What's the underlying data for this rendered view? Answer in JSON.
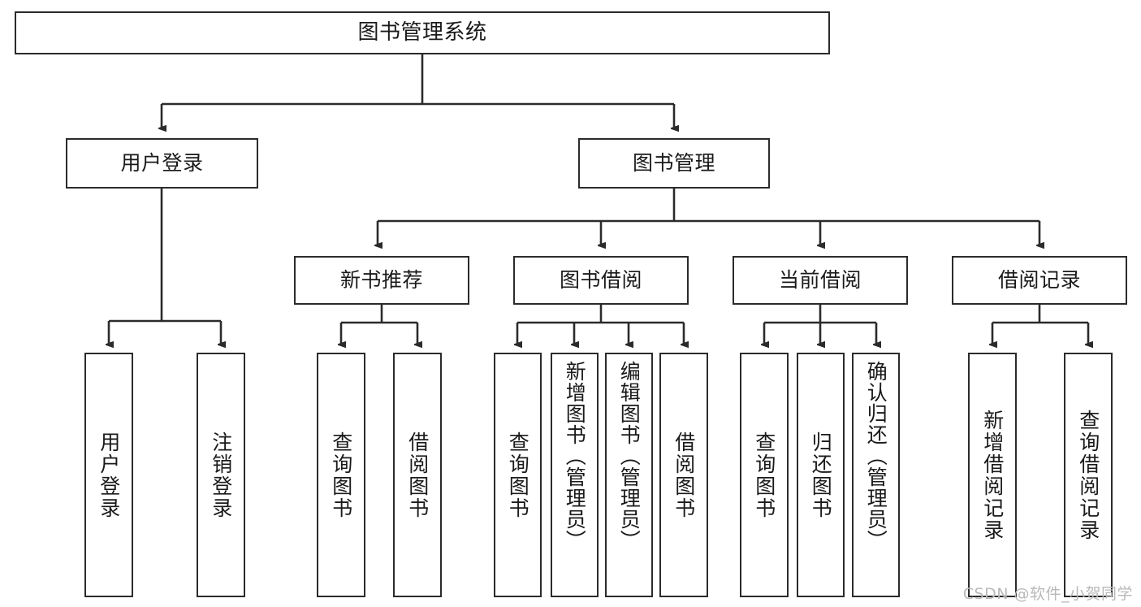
{
  "diagram": {
    "type": "hierarchy-tree",
    "title": "图书管理系统",
    "watermark": "CSDN @软件_小贺同学",
    "colors": {
      "box_border": "#2b2b2b",
      "box_fill": "#ffffff",
      "connector": "#2b2b2b",
      "text": "#1a1a1a",
      "watermark": "#b9b9b9"
    },
    "root": {
      "label": "图书管理系统",
      "level": 0
    },
    "level1": [
      {
        "label": "用户登录"
      },
      {
        "label": "图书管理"
      }
    ],
    "level2": [
      {
        "label": "新书推荐"
      },
      {
        "label": "图书借阅"
      },
      {
        "label": "当前借阅"
      },
      {
        "label": "借阅记录"
      }
    ],
    "leaves": {
      "user_login": [
        {
          "label": "用户登录"
        },
        {
          "label": "注销登录"
        }
      ],
      "new_book_recommend": [
        {
          "label": "查询图书"
        },
        {
          "label": "借阅图书"
        }
      ],
      "book_borrow": [
        {
          "label": "查询图书"
        },
        {
          "label": "新增图书（管理员）"
        },
        {
          "label": "编辑图书（管理员）"
        },
        {
          "label": "借阅图书"
        }
      ],
      "current_borrow": [
        {
          "label": "查询图书"
        },
        {
          "label": "归还图书"
        },
        {
          "label": "确认归还（管理员）"
        }
      ],
      "borrow_records": [
        {
          "label": "新增借阅记录"
        },
        {
          "label": "查询借阅记录"
        }
      ]
    }
  }
}
